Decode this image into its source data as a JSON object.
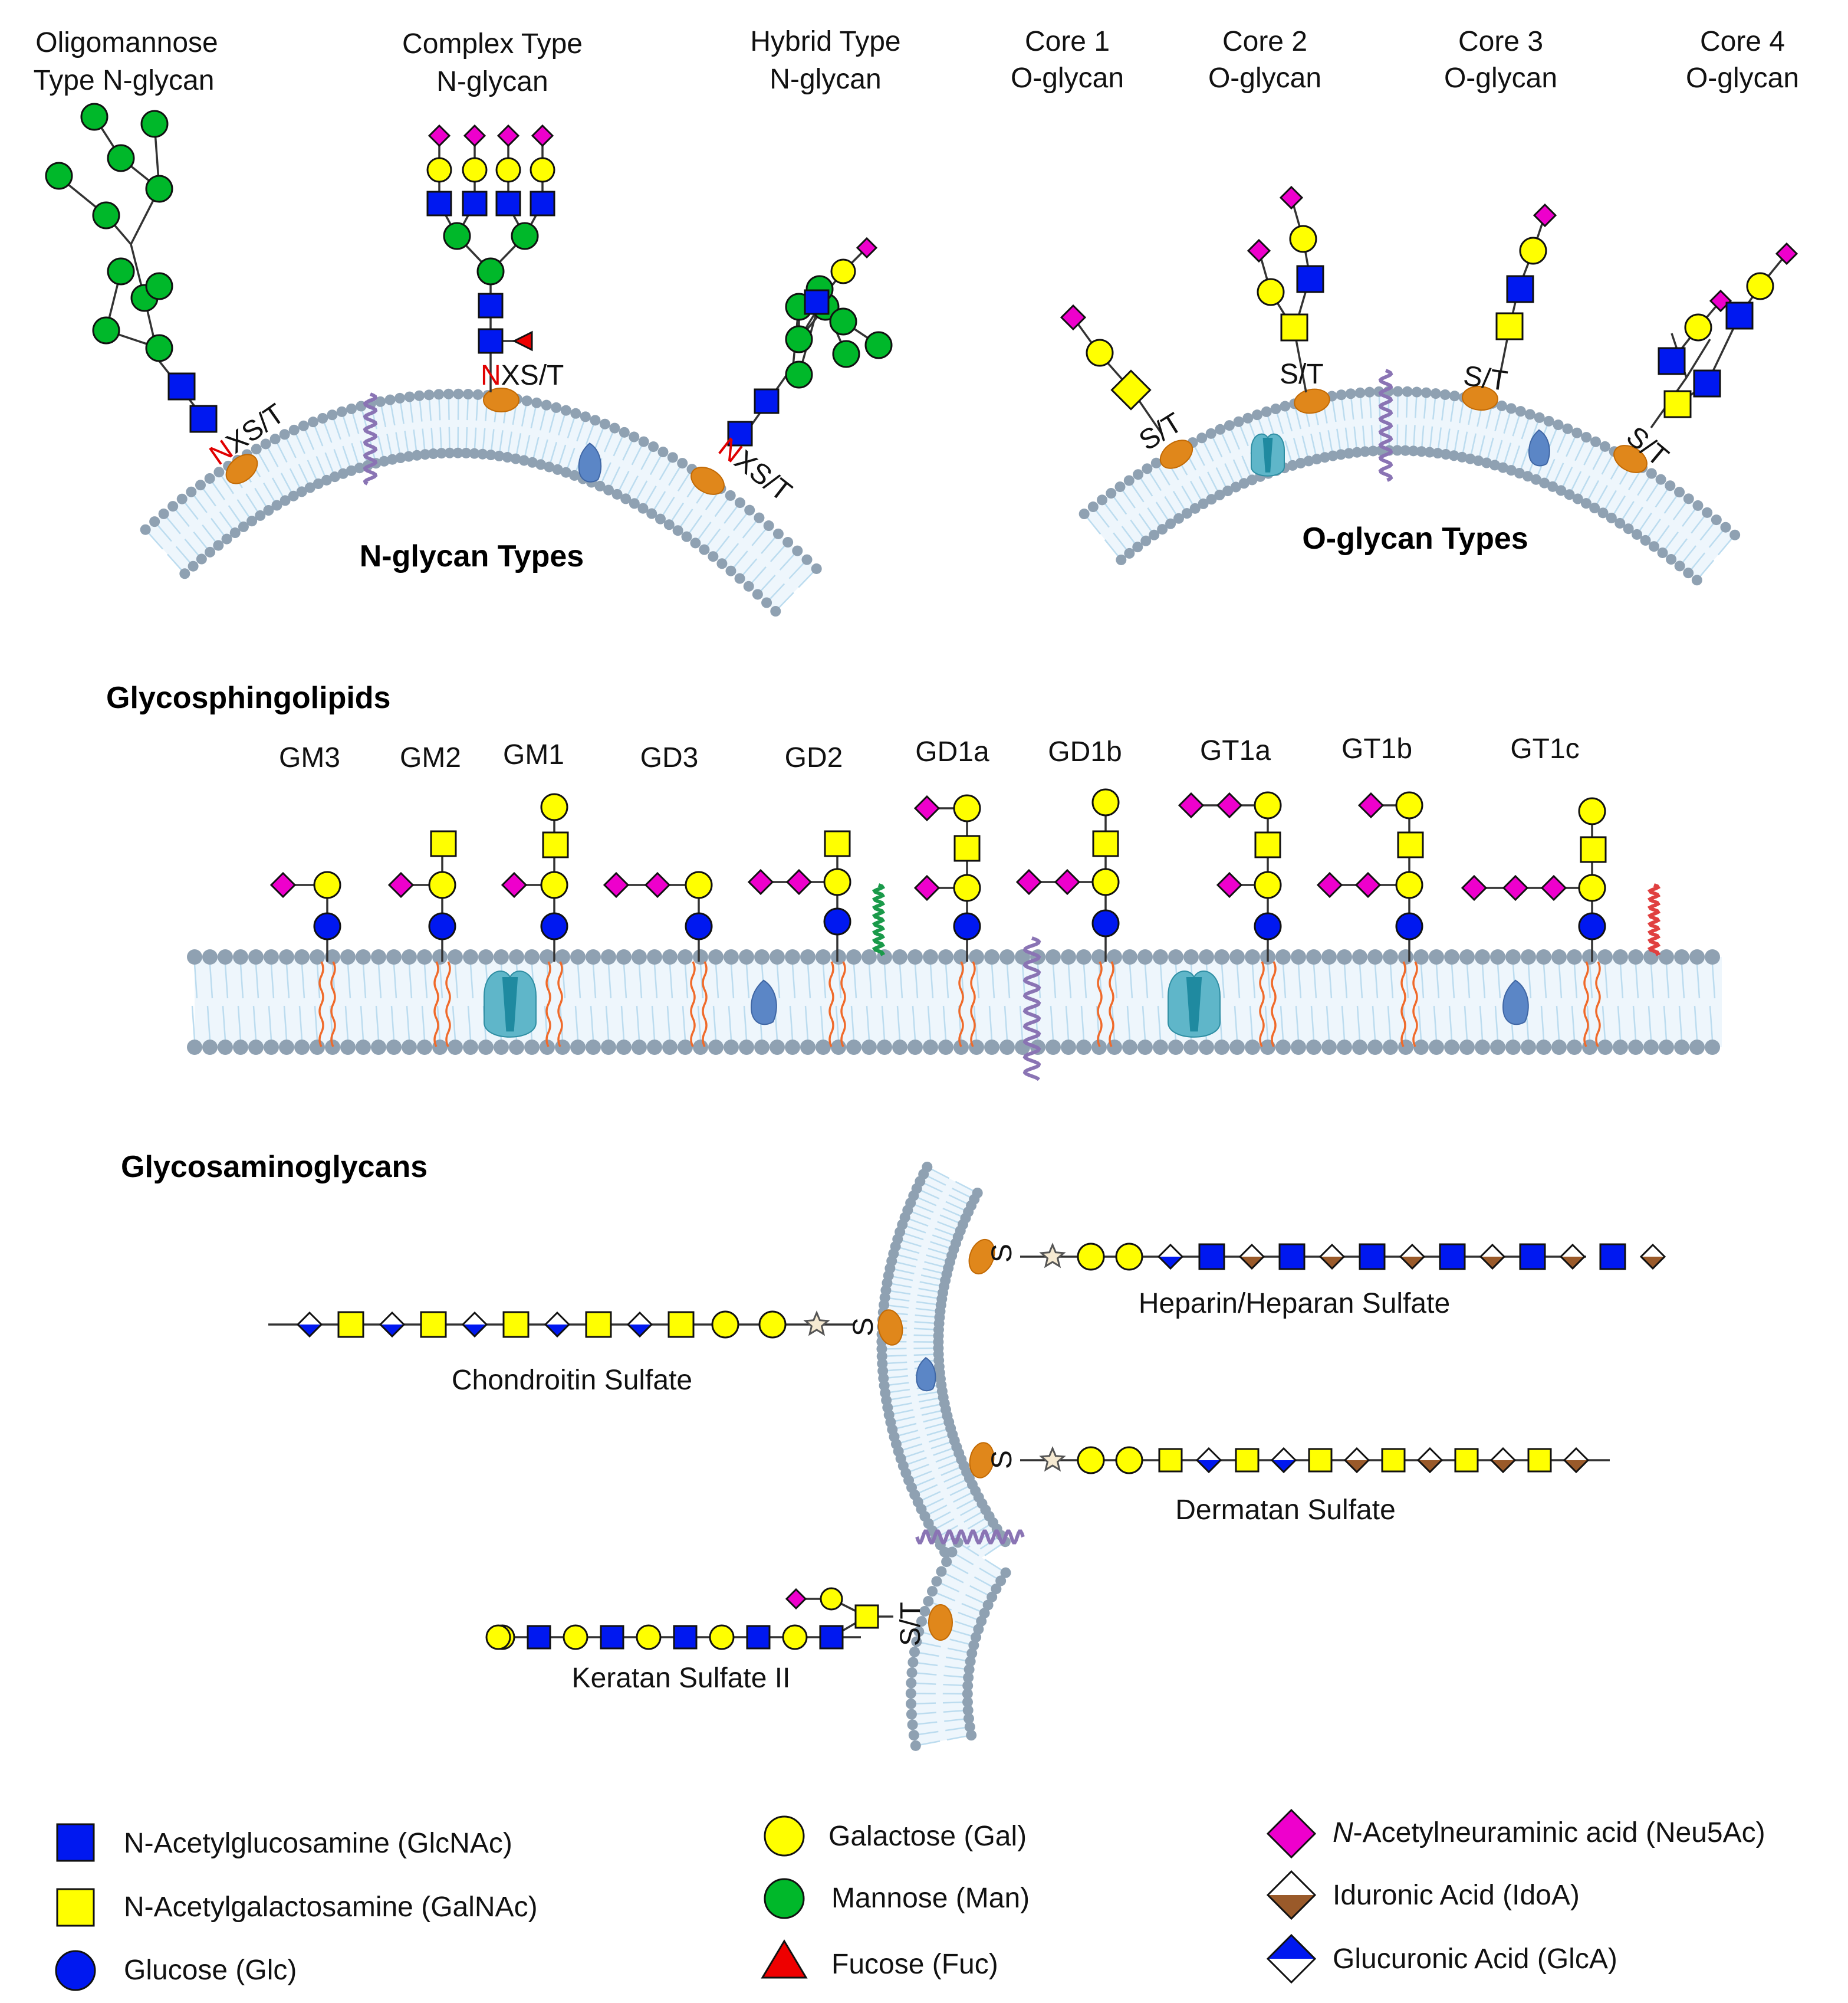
{
  "n_glycan": {
    "title": "N-glycan Types",
    "oligomannose": {
      "line1": "Oligomannose",
      "line2": "Type N-glycan"
    },
    "complex": {
      "line1": "Complex Type",
      "line2": "N-glycan"
    },
    "hybrid": {
      "line1": "Hybrid Type",
      "line2": "N-glycan"
    },
    "sequon_n": "N",
    "sequon_rest": "XS/T"
  },
  "o_glycan": {
    "title": "O-glycan Types",
    "core1": {
      "line1": "Core 1",
      "line2": "O-glycan"
    },
    "core2": {
      "line1": "Core 2",
      "line2": "O-glycan"
    },
    "core3": {
      "line1": "Core 3",
      "line2": "O-glycan"
    },
    "core4": {
      "line1": "Core 4",
      "line2": "O-glycan"
    },
    "site": "S/T"
  },
  "glycosphingolipids": {
    "title": "Glycosphingolipids",
    "names": [
      "GM3",
      "GM2",
      "GM1",
      "GD3",
      "GD2",
      "GD1a",
      "GD1b",
      "GT1a",
      "GT1b",
      "GT1c"
    ]
  },
  "gags": {
    "title": "Glycosaminoglycans",
    "heparin": "Heparin/Heparan Sulfate",
    "chondroitin": "Chondroitin Sulfate",
    "dermatan": "Dermatan Sulfate",
    "keratan": "Keratan Sulfate II",
    "site_s": "S",
    "site_st": "S/T"
  },
  "legend": {
    "glcnac": "N-Acetylglucosamine (GlcNAc)",
    "galnac": "N-Acetylgalactosamine (GalNAc)",
    "glc": "Glucose (Glc)",
    "gal": "Galactose (Gal)",
    "man": "Mannose (Man)",
    "fuc": "Fucose (Fuc)",
    "neu5ac_italic": "N",
    "neu5ac_rest": "-Acetylneuraminic acid (Neu5Ac)",
    "idoa": "Iduronic Acid (IdoA)",
    "glca": "Glucuronic Acid (GlcA)"
  },
  "colors": {
    "glcnac_blue": "#0018f0",
    "galactose_yellow": "#ffff00",
    "mannose_green": "#00b82a",
    "neu5ac_magenta": "#ee00cc",
    "fucose_red": "#ee0000",
    "iduronic_brown": "#9a5a2a",
    "membrane_head": "#8fa1b2",
    "anchor_orange": "#e0871b"
  },
  "icons": [
    "square-glcnac",
    "square-galnac",
    "circle-glucose",
    "circle-galactose",
    "circle-mannose",
    "triangle-fucose",
    "diamond-neu5ac",
    "half-diamond-idoa",
    "half-diamond-glca",
    "star-xylose"
  ]
}
